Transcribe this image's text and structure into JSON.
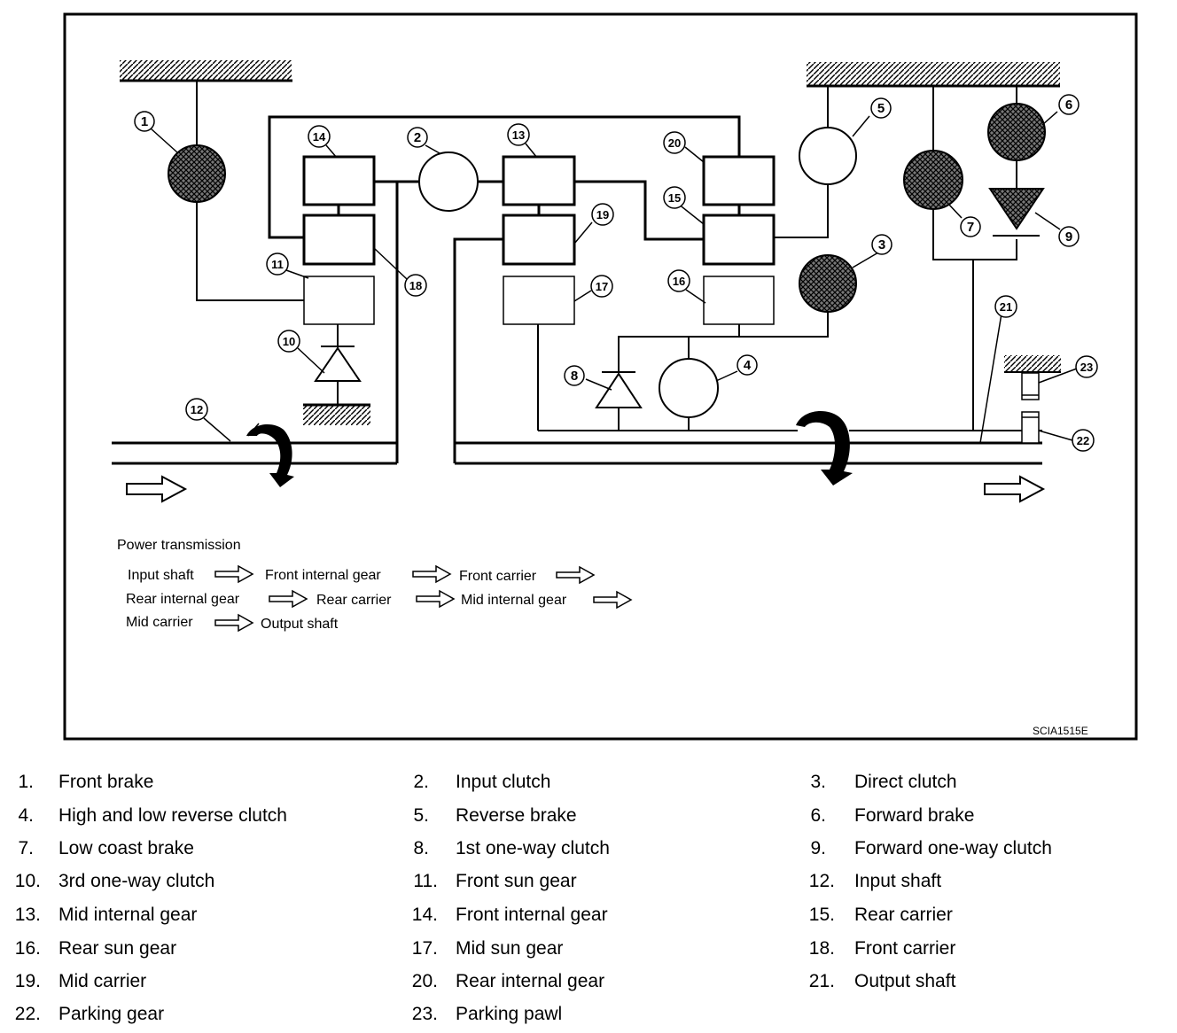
{
  "diagram": {
    "code": "SCIA1515E",
    "power_transmission": {
      "title": "Power transmission",
      "line1": [
        "Input shaft",
        "Front internal gear",
        "Front carrier"
      ],
      "line2": [
        "Rear internal gear",
        "Rear carrier",
        "Mid internal gear"
      ],
      "line3": [
        "Mid carrier",
        "Output shaft"
      ]
    },
    "callouts": [
      "1",
      "2",
      "3",
      "4",
      "5",
      "6",
      "7",
      "8",
      "9",
      "10",
      "11",
      "12",
      "13",
      "14",
      "15",
      "16",
      "17",
      "18",
      "19",
      "20",
      "21",
      "22",
      "23"
    ]
  },
  "legend": [
    {
      "num": "1.",
      "label": "Front brake"
    },
    {
      "num": "2.",
      "label": "Input clutch"
    },
    {
      "num": "3.",
      "label": "Direct clutch"
    },
    {
      "num": "4.",
      "label": "High and low reverse clutch"
    },
    {
      "num": "5.",
      "label": "Reverse brake"
    },
    {
      "num": "6.",
      "label": "Forward brake"
    },
    {
      "num": "7.",
      "label": "Low coast brake"
    },
    {
      "num": "8.",
      "label": "1st one-way clutch"
    },
    {
      "num": "9.",
      "label": "Forward one-way clutch"
    },
    {
      "num": "10.",
      "label": "3rd one-way clutch"
    },
    {
      "num": "11.",
      "label": "Front sun gear"
    },
    {
      "num": "12.",
      "label": "Input shaft"
    },
    {
      "num": "13.",
      "label": "Mid internal gear"
    },
    {
      "num": "14.",
      "label": "Front internal gear"
    },
    {
      "num": "15.",
      "label": "Rear carrier"
    },
    {
      "num": "16.",
      "label": "Rear sun gear"
    },
    {
      "num": "17.",
      "label": "Mid sun gear"
    },
    {
      "num": "18.",
      "label": "Front carrier"
    },
    {
      "num": "19.",
      "label": "Mid carrier"
    },
    {
      "num": "20.",
      "label": "Rear internal gear"
    },
    {
      "num": "21.",
      "label": "Output shaft"
    },
    {
      "num": "22.",
      "label": "Parking gear"
    },
    {
      "num": "23.",
      "label": "Parking pawl"
    }
  ]
}
